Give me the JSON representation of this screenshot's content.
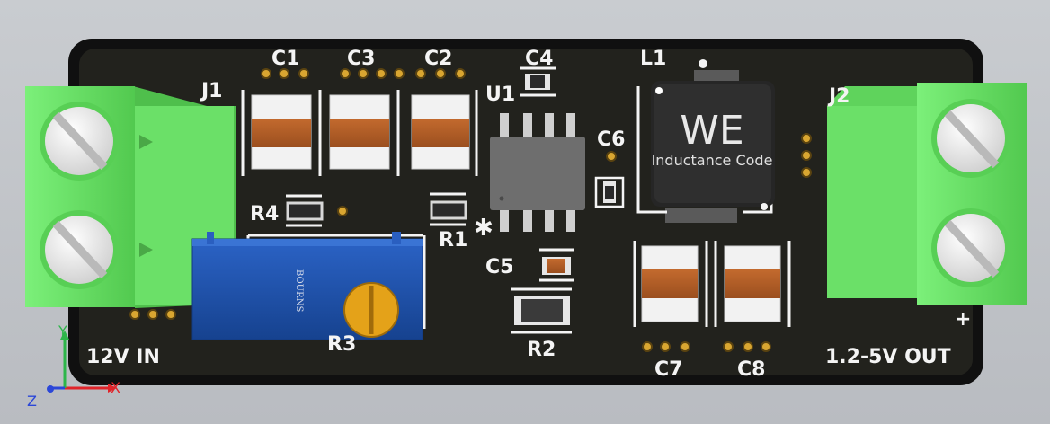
{
  "board": {
    "colors": {
      "outline": "#101010",
      "substrate": "#1f1f1b",
      "silkscreen": "#f4f4f4",
      "pad_gold": "#d9a631",
      "terminal_green": "#6ee36b",
      "trimmer_blue": "#1f56b8",
      "cap_copper": "#b45f28"
    }
  },
  "labels": {
    "j1": "J1",
    "j2": "J2",
    "c1": "C1",
    "c2": "C2",
    "c3": "C3",
    "c4": "C4",
    "c5": "C5",
    "c6": "C6",
    "c7": "C7",
    "c8": "C8",
    "l1": "L1",
    "u1": "U1",
    "r1": "R1",
    "r2": "R2",
    "r3": "R3",
    "r4": "R4",
    "input": "12V IN",
    "output": "1.2-5V OUT",
    "plus": "+",
    "pin1_mark": "✱"
  },
  "parts": {
    "inductor_brand": "WE",
    "inductor_text": "Inductance Code",
    "trimmer_brand": "BOURNS"
  },
  "axes": {
    "x": "X",
    "y": "Y",
    "z": "Z"
  }
}
